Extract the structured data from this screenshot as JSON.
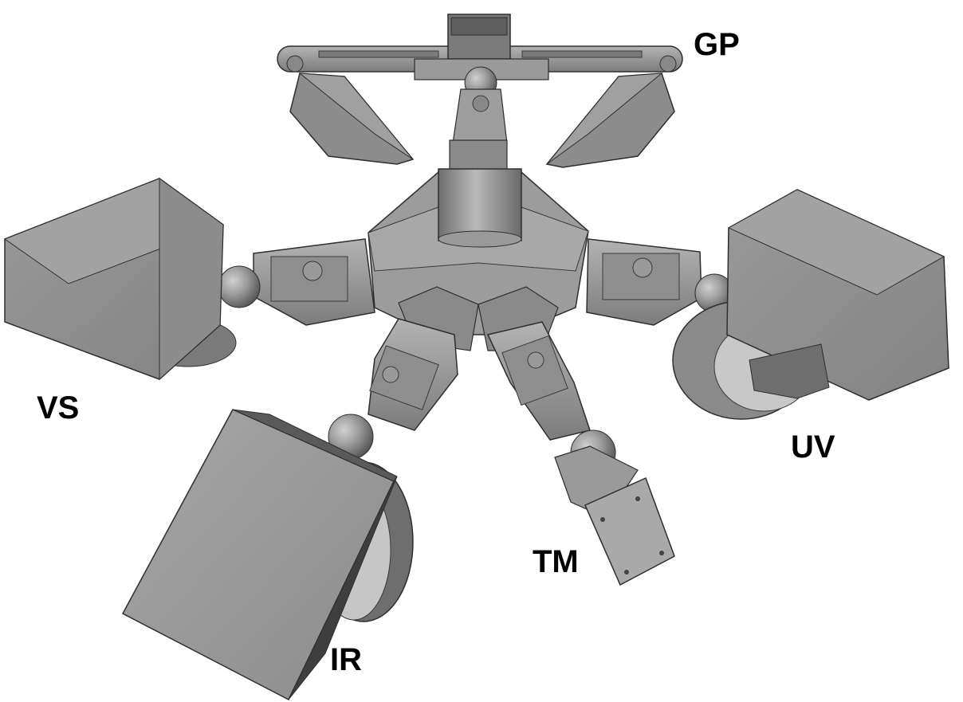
{
  "labels": {
    "gp": "GP",
    "vs": "VS",
    "uv": "UV",
    "tm": "TM",
    "ir": "IR"
  },
  "colors": {
    "background": "#ffffff",
    "body_light": "#a9a9a9",
    "body_mid": "#8f8f8f",
    "body_dark": "#6e6e6e",
    "body_shadow": "#4a4a4a",
    "edge": "#2e2e2e",
    "label": "#000000"
  }
}
